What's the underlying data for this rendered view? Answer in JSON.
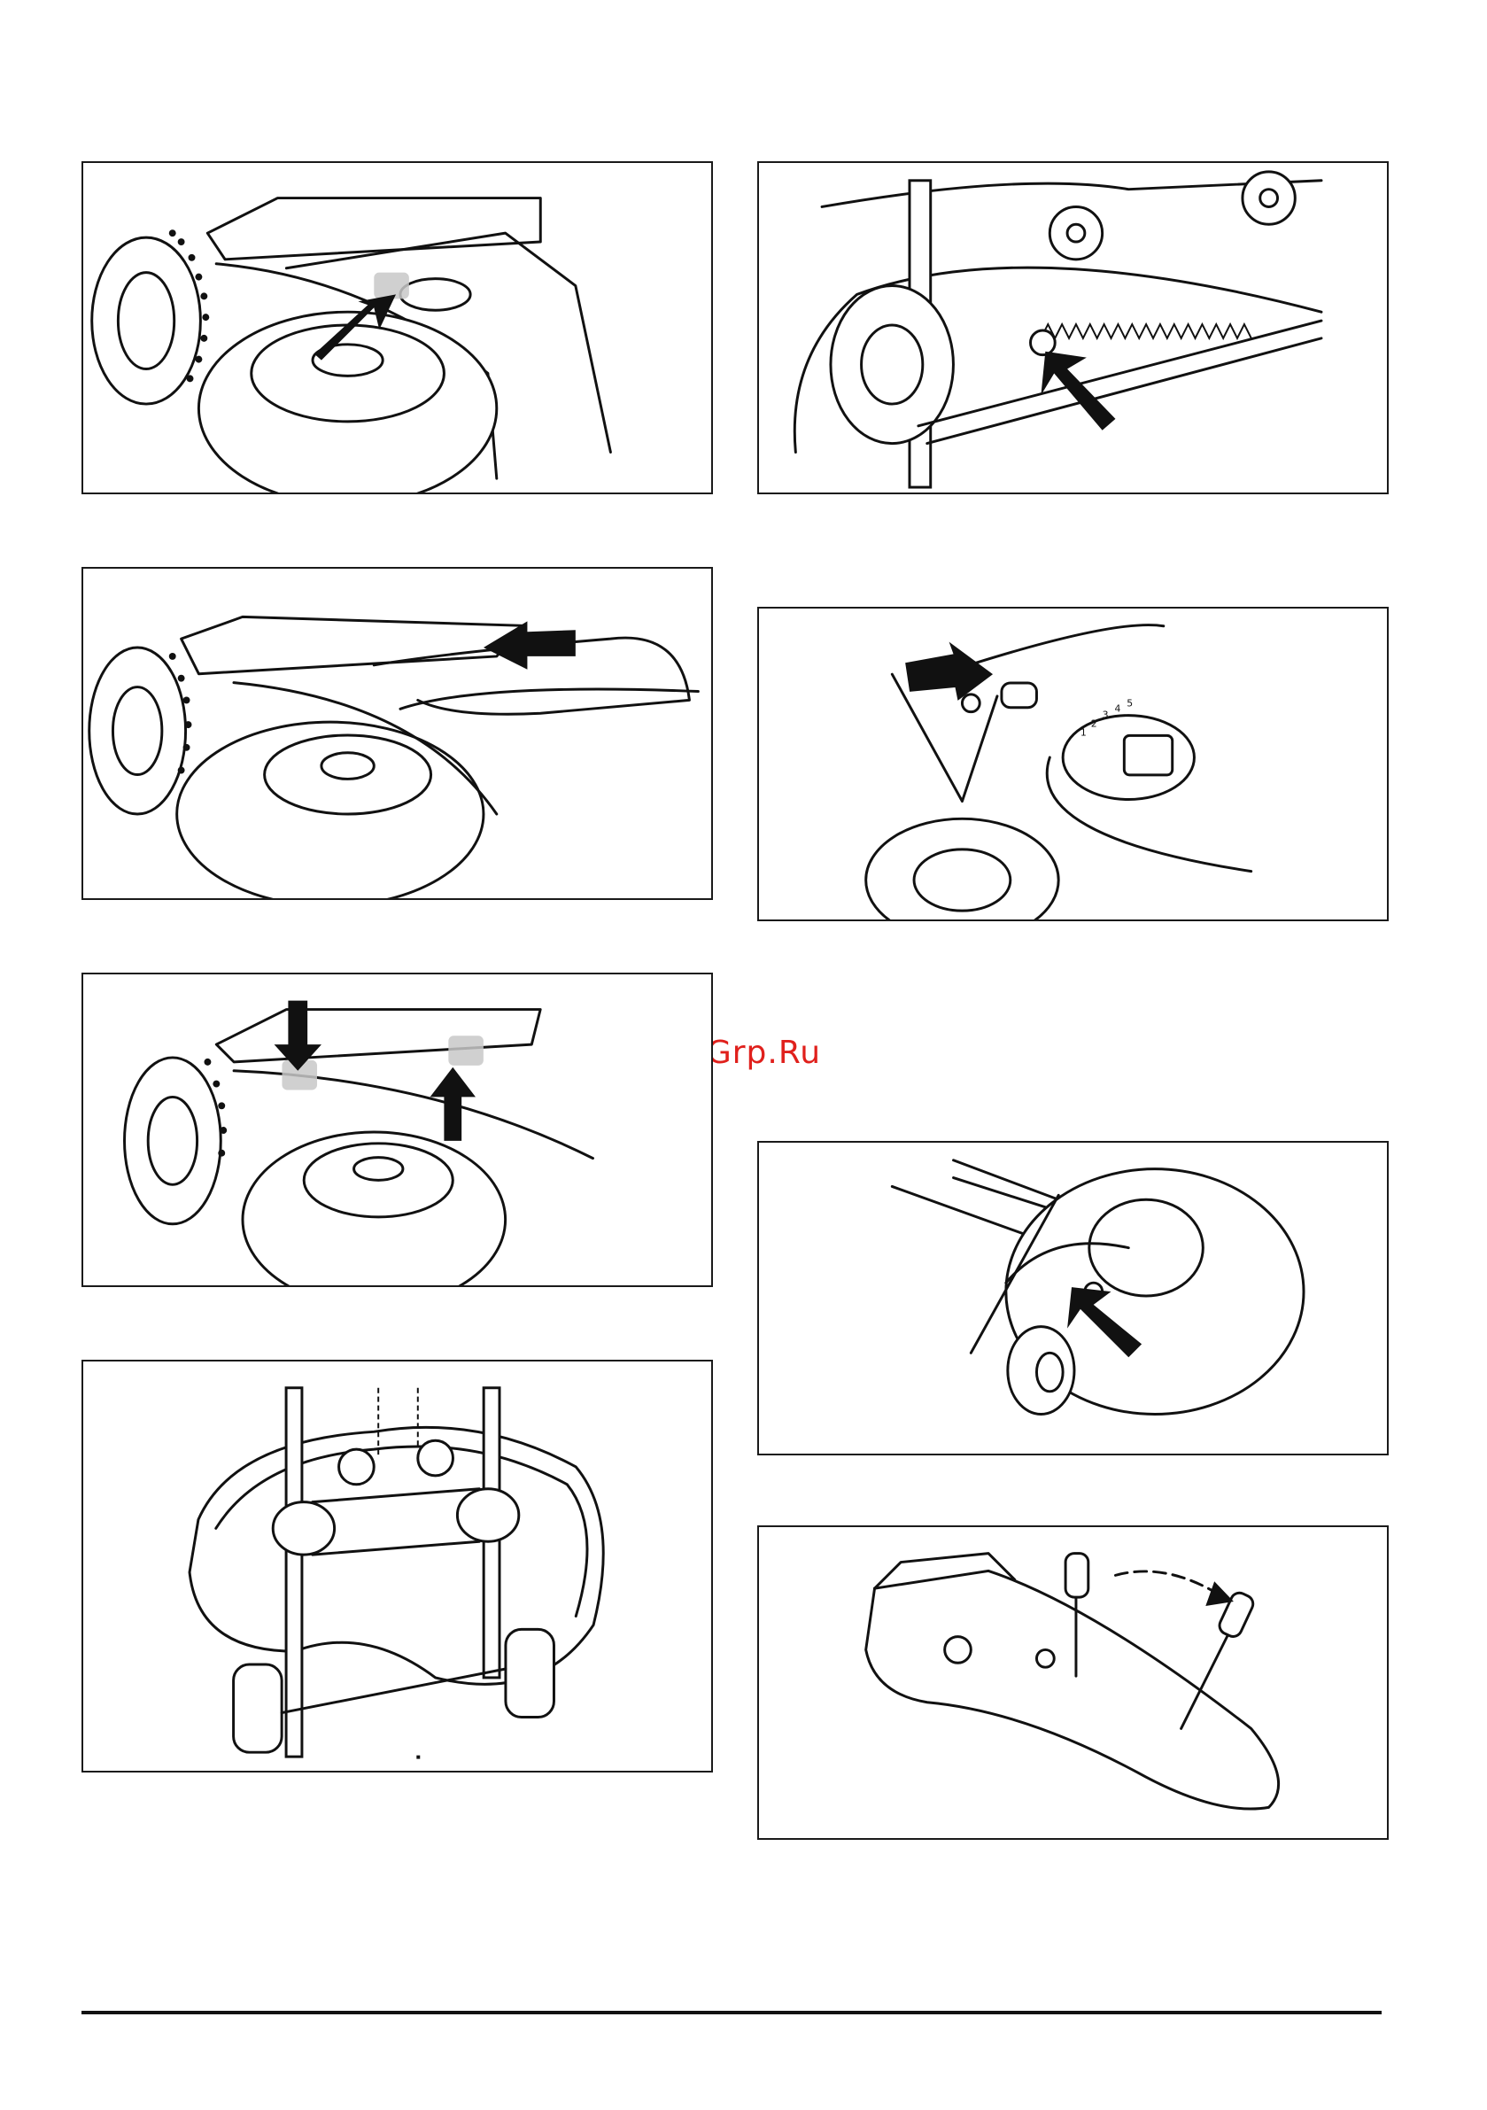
{
  "watermark": {
    "text": "McGrp.Ru",
    "color": "#e0201c"
  },
  "figures": [
    {
      "id": "fig-1",
      "icon": "arrow-pointer-icon"
    },
    {
      "id": "fig-2",
      "icon": "arrow-pointer-icon"
    },
    {
      "id": "fig-3",
      "icon": "push-arrow-icon"
    },
    {
      "id": "fig-4",
      "icon": "arrow-pointer-icon"
    },
    {
      "id": "fig-5",
      "icon": "up-down-arrows-icon"
    },
    {
      "id": "fig-6",
      "icon": "arrow-pointer-icon"
    },
    {
      "id": "fig-7",
      "icon": "deck-belt-icon"
    },
    {
      "id": "fig-8",
      "icon": "lever-move-arrow-icon"
    }
  ],
  "dial_numbers": [
    "1",
    "2",
    "3",
    "4",
    "5"
  ]
}
